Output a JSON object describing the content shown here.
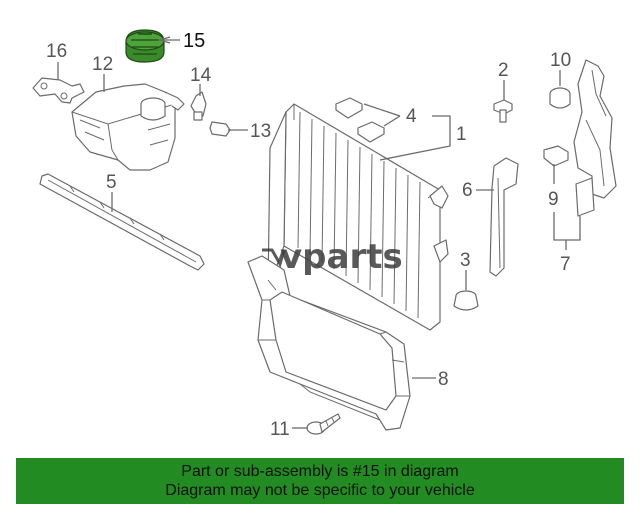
{
  "diagram": {
    "highlight_color": "#3a8a2a",
    "callouts": {
      "c1": "1",
      "c2": "2",
      "c3": "3",
      "c4": "4",
      "c5": "5",
      "c6": "6",
      "c7": "7",
      "c8": "8",
      "c9": "9",
      "c10": "10",
      "c11": "11",
      "c12": "12",
      "c13": "13",
      "c14": "14",
      "c15": "15",
      "c16": "16"
    },
    "watermark": "vparts"
  },
  "banner": {
    "color": "#228b22",
    "line1": "Part or sub-assembly is #15 in diagram",
    "line2": "Diagram may not be specific to your vehicle"
  }
}
